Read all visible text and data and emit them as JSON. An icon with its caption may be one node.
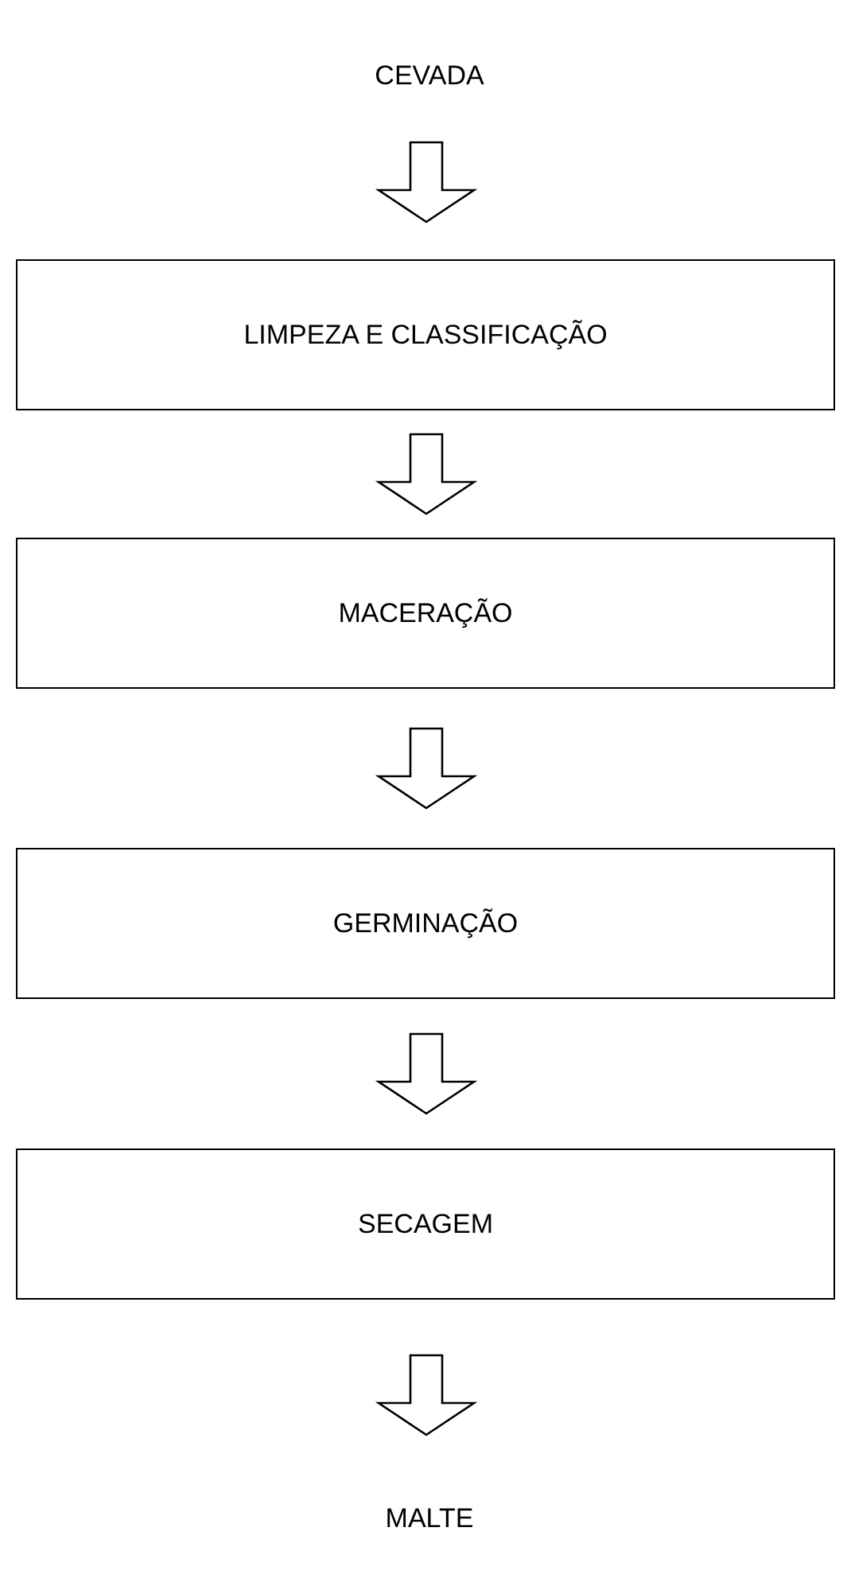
{
  "diagram": {
    "nodes": [
      {
        "text": [
          "CEVADA"
        ]
      },
      {
        "text": [
          "LIMPEZA E CLASSIFICAÇÃO"
        ]
      },
      {
        "text": [
          "MACERAÇÃO"
        ]
      },
      {
        "text": [
          "GERMINAÇÃO"
        ]
      },
      {
        "text": [
          "SECAGEM"
        ]
      },
      {
        "text": [
          "MALTE"
        ]
      }
    ],
    "edges": [
      {
        "from": 0,
        "to": 1,
        "arrow": "to"
      },
      {
        "from": 1,
        "to": 2,
        "arrow": "to"
      },
      {
        "from": 2,
        "to": 3,
        "arrow": "to"
      },
      {
        "from": 3,
        "to": 4,
        "arrow": "to"
      },
      {
        "from": 4,
        "to": 5,
        "arrow": "to"
      }
    ]
  }
}
